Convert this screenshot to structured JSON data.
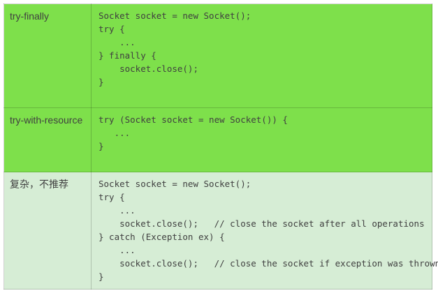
{
  "colors": {
    "highlight_row_bg": "#7ee04b",
    "muted_row_bg": "#d6edd5",
    "text": "#404040"
  },
  "table": {
    "rows": [
      {
        "label": "try-finally",
        "code": [
          "Socket socket = new Socket();",
          "try {",
          "    ...",
          "} finally {",
          "    socket.close();",
          "}"
        ]
      },
      {
        "label": "try-with-resource",
        "code": [
          "try (Socket socket = new Socket()) {",
          "   ...",
          "}"
        ]
      },
      {
        "label": "复杂，不推荐",
        "code": [
          "Socket socket = new Socket();",
          "try {",
          "    ...",
          "    socket.close();   // close the socket after all operations",
          "} catch (Exception ex) {",
          "    ...",
          "    socket.close();   // close the socket if exception was thrown",
          "}"
        ]
      }
    ]
  }
}
